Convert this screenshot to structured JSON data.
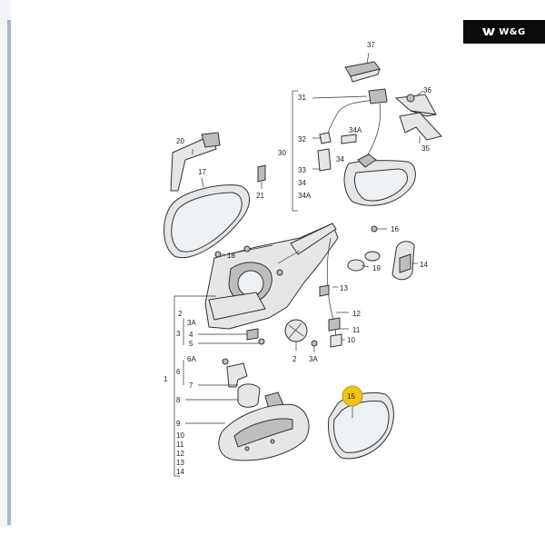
{
  "brand": {
    "text": "W&G",
    "mark": "wg-logo-icon"
  },
  "callouts": {
    "n37": "37",
    "n36": "36",
    "n35": "35",
    "n31": "31",
    "n32": "32",
    "n30": "30",
    "n33": "33",
    "n34a_top": "34A",
    "n34_mid": "34",
    "n34_list": "34",
    "n34a_list": "34A",
    "n20": "20",
    "n17": "17",
    "n21": "21",
    "n16": "16",
    "n18": "18",
    "n19": "19",
    "n14": "14",
    "n13": "13",
    "n12": "12",
    "n11": "11",
    "n10": "10",
    "n2_left": "2",
    "n3a_left": "3A",
    "n3": "3",
    "n4": "4",
    "n5": "5",
    "n6a": "6A",
    "n6": "6",
    "n7": "7",
    "n1": "1",
    "n8": "8",
    "n9": "9",
    "list10": "10",
    "list11": "11",
    "list12": "12",
    "list13": "13",
    "list14": "14",
    "n2_bottom": "2",
    "n3a_bottom": "3A",
    "n15": "15"
  },
  "colors": {
    "highlight_badge": "#f2c21a",
    "brand_bg": "#0b0b0b",
    "left_rule": "#a9b6cc"
  }
}
